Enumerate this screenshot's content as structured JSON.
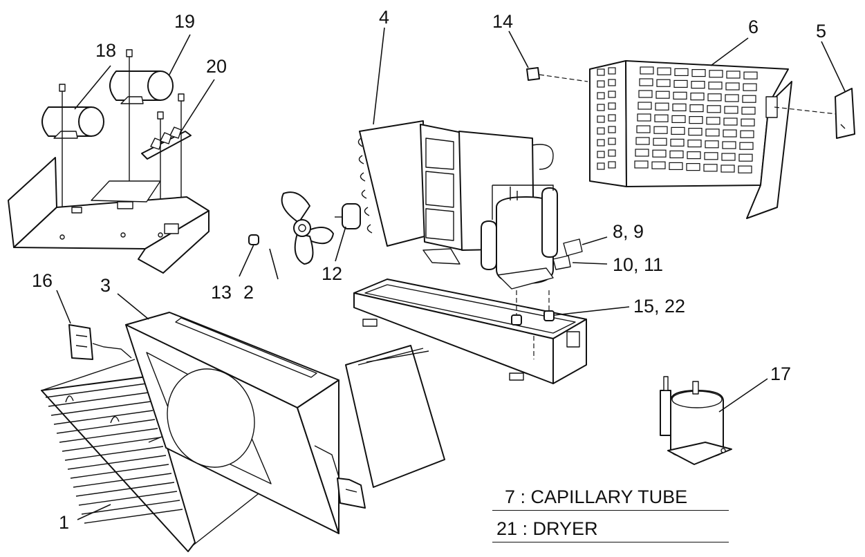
{
  "callouts": [
    {
      "id": "c1",
      "text": "1"
    },
    {
      "id": "c2",
      "text": "2"
    },
    {
      "id": "c3",
      "text": "3"
    },
    {
      "id": "c4",
      "text": "4"
    },
    {
      "id": "c5",
      "text": "5"
    },
    {
      "id": "c6",
      "text": "6"
    },
    {
      "id": "c8_9",
      "text": "8, 9"
    },
    {
      "id": "c10_11",
      "text": "10, 11"
    },
    {
      "id": "c12",
      "text": "12"
    },
    {
      "id": "c13",
      "text": "13"
    },
    {
      "id": "c14",
      "text": "14"
    },
    {
      "id": "c15_22",
      "text": "15, 22"
    },
    {
      "id": "c16",
      "text": "16"
    },
    {
      "id": "c17",
      "text": "17"
    },
    {
      "id": "c18",
      "text": "18"
    },
    {
      "id": "c19",
      "text": "19"
    },
    {
      "id": "c20",
      "text": "20"
    }
  ],
  "legend": {
    "item7": "7 : CAPILLARY TUBE",
    "item21": "21 : DRYER"
  }
}
